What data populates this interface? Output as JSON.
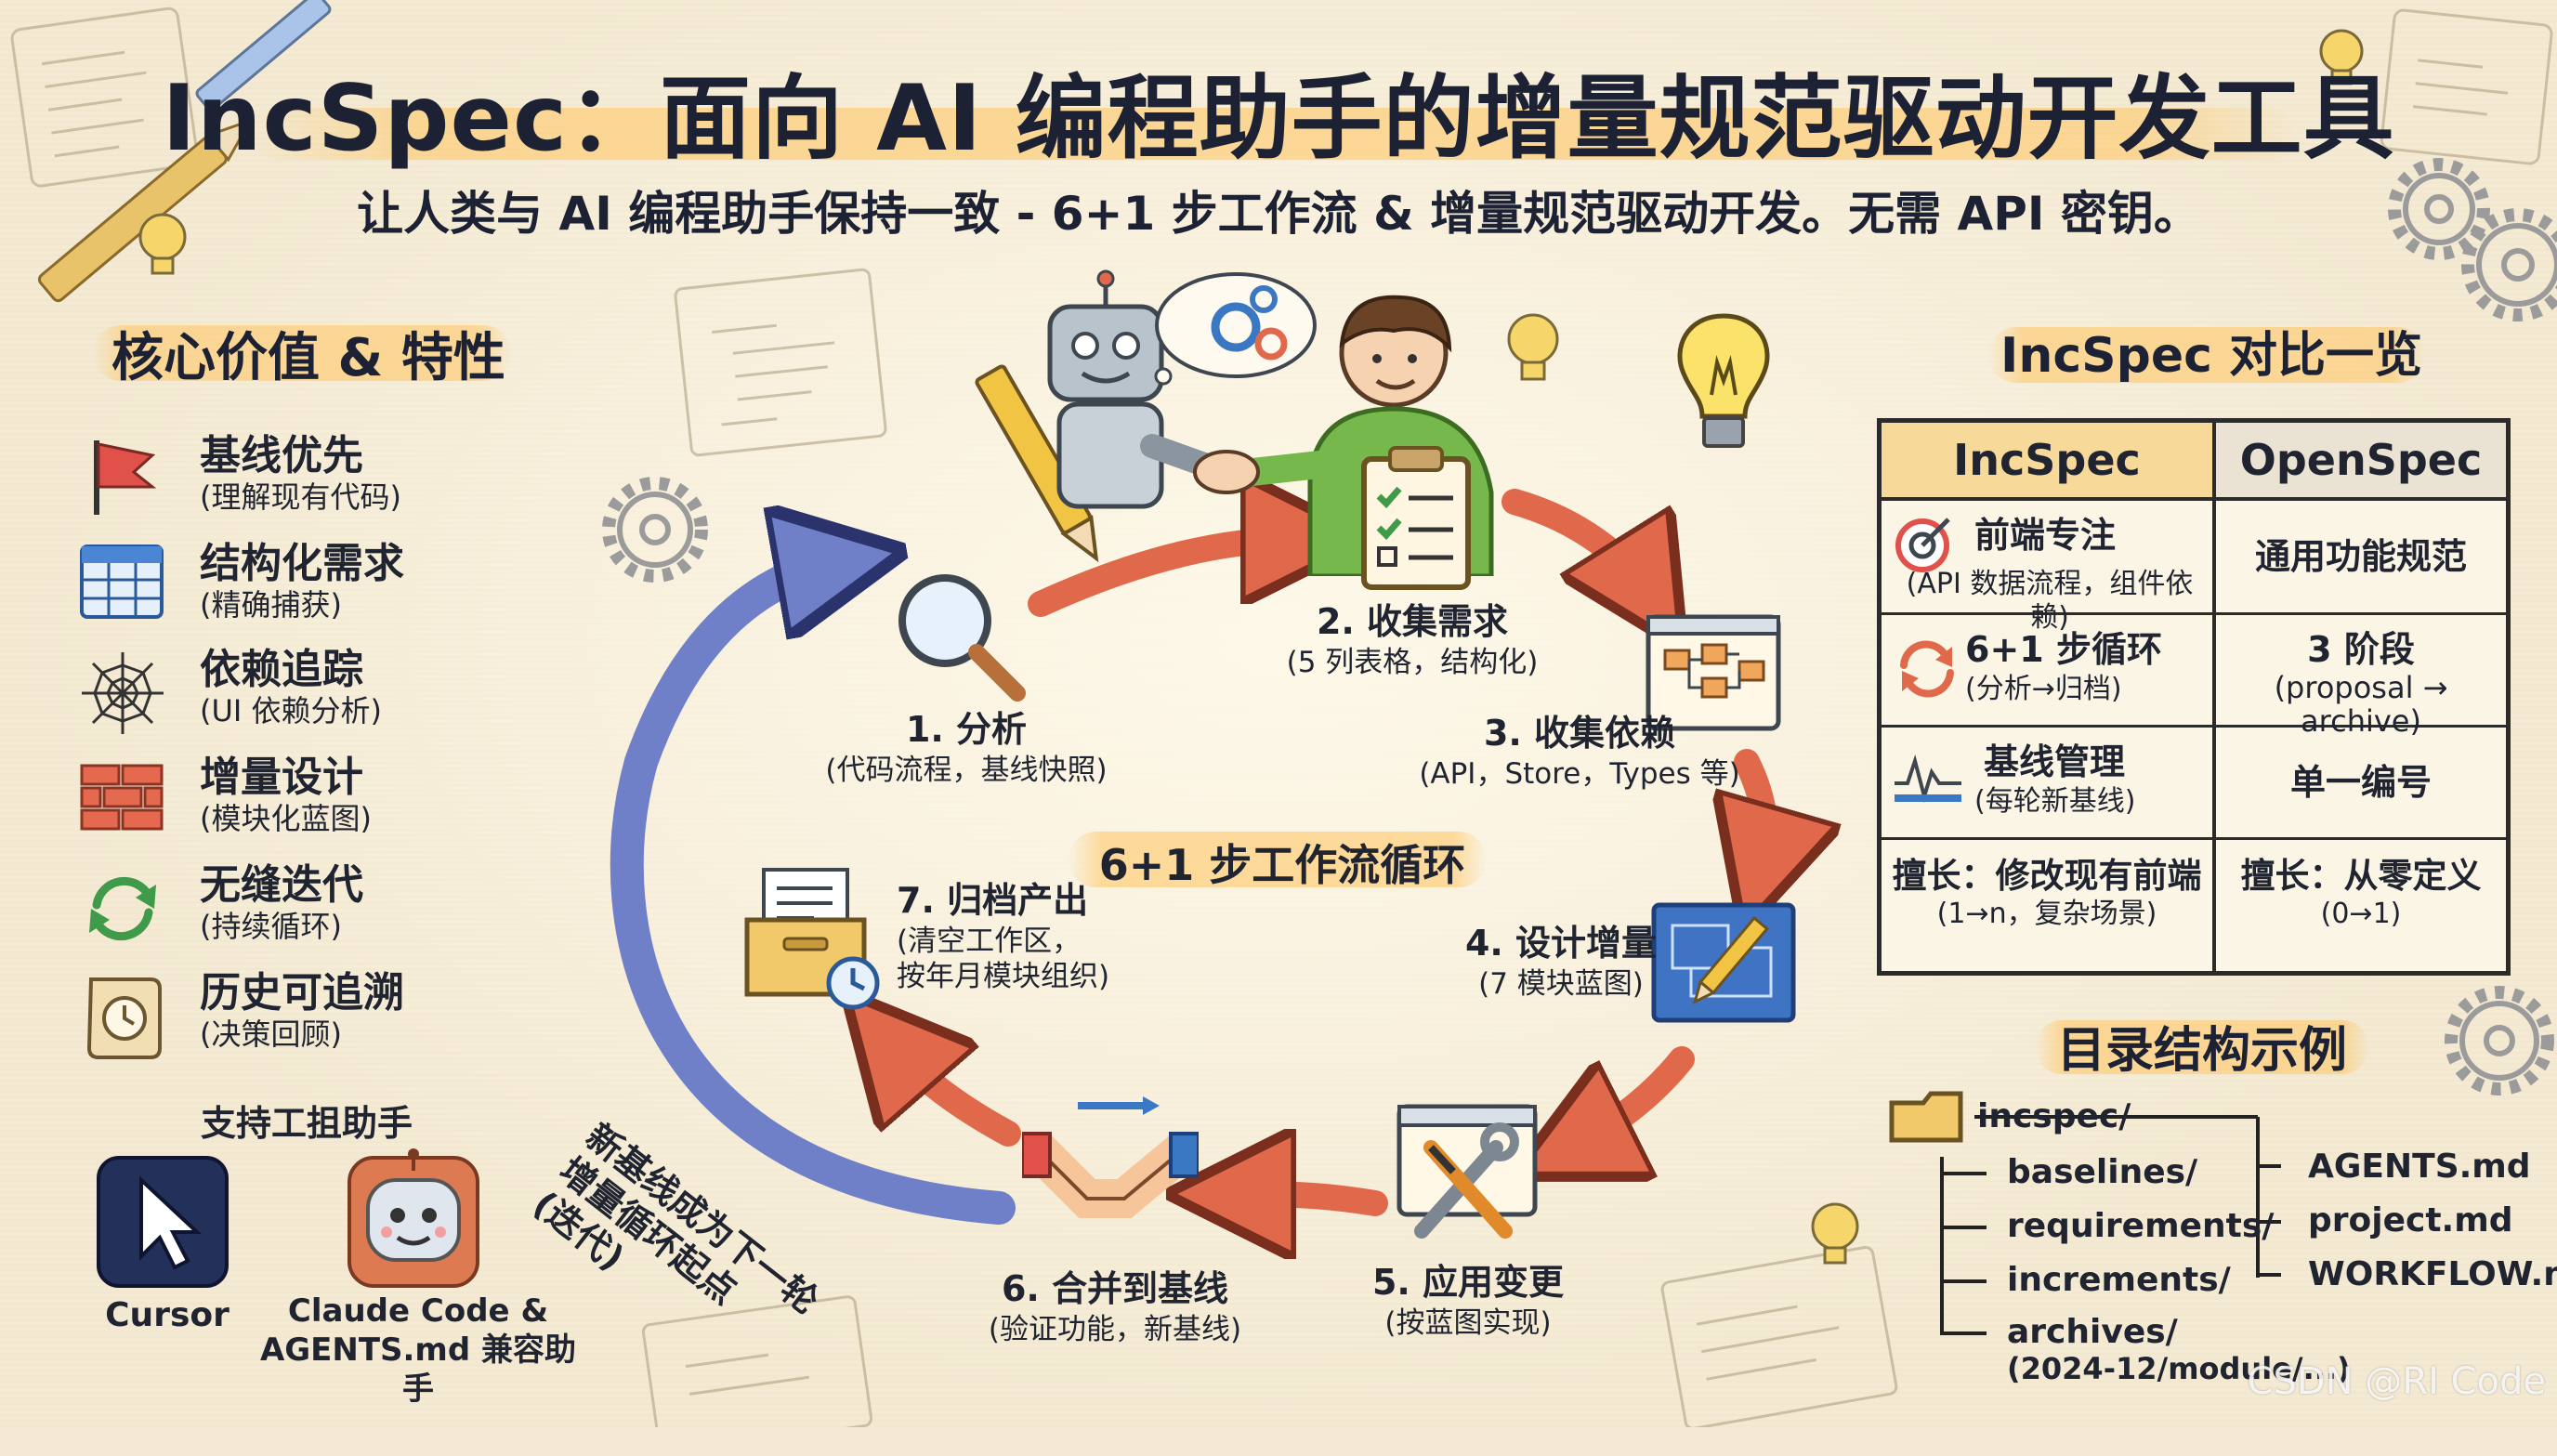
{
  "header": {
    "title": "IncSpec：面向 AI 编程助手的增量规范驱动开发工具",
    "subtitle": "让人类与 AI 编程助手保持一致 - 6+1 步工作流 & 增量规范驱动开发。无需 API 密钥。"
  },
  "left": {
    "section_title": "核心价值 & 特性",
    "features": [
      {
        "title": "基线优先",
        "sub": "(理解现有代码)",
        "icon": "red-flag-icon"
      },
      {
        "title": "结构化需求",
        "sub": "(精确捕获)",
        "icon": "table-grid-icon"
      },
      {
        "title": "依赖追踪",
        "sub": "(UI 依赖分析)",
        "icon": "spider-web-icon"
      },
      {
        "title": "增量设计",
        "sub": "(模块化蓝图)",
        "icon": "brick-wall-icon"
      },
      {
        "title": "无缝迭代",
        "sub": "(持续循环)",
        "icon": "cycle-arrows-icon"
      },
      {
        "title": "历史可追溯",
        "sub": "(决策回顾)",
        "icon": "scroll-clock-icon"
      }
    ],
    "assistants_title": "支持工抯助手",
    "assistants": [
      {
        "name": "Cursor",
        "icon": "cursor-pointer-icon"
      },
      {
        "name_line1": "Claude Code &",
        "name_line2": "AGENTS.md 兼容助手",
        "icon": "robot-face-icon"
      }
    ]
  },
  "workflow": {
    "center_label": "6+1 步工作流循环",
    "steps": [
      {
        "title": "1. 分析",
        "sub": "(代码流程，基线快照)",
        "icon": "magnifier-icon"
      },
      {
        "title": "2. 收集需求",
        "sub": "(5 列表格，结构化)",
        "icon": "clipboard-checklist-icon"
      },
      {
        "title": "3. 收集依赖",
        "sub": "(API，Store，Types 等)",
        "icon": "flowchart-icon"
      },
      {
        "title": "4. 设计增量",
        "sub": "(7 模块蓝图)",
        "icon": "blueprint-pencil-icon"
      },
      {
        "title": "5. 应用变更",
        "sub": "(按蓝图实现)",
        "icon": "wrench-screwdriver-icon"
      },
      {
        "title": "6. 合并到基线",
        "sub": "(验证功能，新基线)",
        "icon": "handshake-icon"
      },
      {
        "title": "7. 归档产出",
        "sub_line1": "(清空工作区，",
        "sub_line2": "按年月模块组织)",
        "icon": "archive-box-icon"
      }
    ],
    "loop_label_line1": "新基线成为下一轮",
    "loop_label_line2": "增量循环起点",
    "loop_label_line3": "(迭代)"
  },
  "comparison": {
    "section_title": "IncSpec 对比一览",
    "col_a": "IncSpec",
    "col_b": "OpenSpec",
    "rows": [
      {
        "a_title": "前端专注",
        "a_sub": "(API 数据流程，组件依赖)",
        "b_title": "通用功能规范",
        "icon": "target-icon"
      },
      {
        "a_title": "6+1 步循环",
        "a_sub": "(分析→归档)",
        "b_title": "3 阶段",
        "b_sub": "(proposal → archive)",
        "icon": "refresh-icon"
      },
      {
        "a_title": "基线管理",
        "a_sub": "(每轮新基线)",
        "b_title": "单一编号",
        "icon": "baseline-wave-icon"
      },
      {
        "a_title": "擅长：修改现有前端",
        "a_sub": "(1→n，复杂场景)",
        "b_title": "擅长：从零定义",
        "b_sub": "(0→1)"
      }
    ]
  },
  "directory": {
    "section_title": "目录结构示例",
    "root": "incspec/",
    "left_items": [
      "baselines/",
      "requirements/",
      "increments/",
      "archives/"
    ],
    "archives_note": "(2024-12/module/...)",
    "right_items": [
      "AGENTS.md",
      "project.md",
      "WORKFLOW.md"
    ]
  },
  "watermark": "CSDN @RI Code",
  "colors": {
    "background": "#f4ead3",
    "highlight": "#ffc45f",
    "arrow_red": "#e0694c",
    "loop_blue": "#6f7fc8",
    "table_head": "#f7d99a"
  }
}
